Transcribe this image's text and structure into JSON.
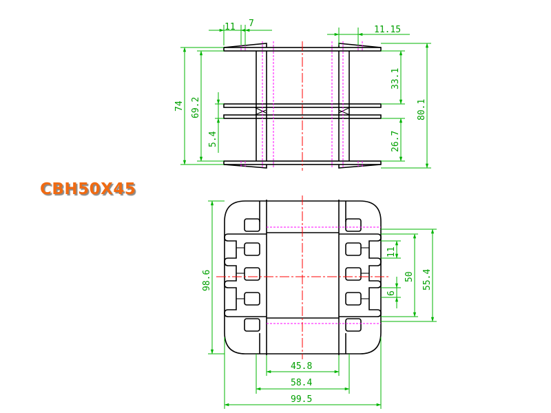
{
  "model": "CBH50X45",
  "colors": {
    "label": "#f06a12",
    "object": "#000000",
    "dimension": "#00b400",
    "hidden_line": "#ff00ff",
    "center_line": "#ff0000"
  },
  "side_view": {
    "dimensions": {
      "d11": "11",
      "d7": "7",
      "d11_15": "11.15",
      "d74": "74",
      "d69_2": "69.2",
      "d5_4": "5.4",
      "d33_1": "33.1",
      "d26_7": "26.7",
      "d80_1": "80.1"
    }
  },
  "bottom_view": {
    "dimensions": {
      "d98_6": "98.6",
      "d11": "11",
      "d50": "50",
      "d55_4": "55.4",
      "d6": "6",
      "d45_8": "45.8",
      "d58_4": "58.4",
      "d99_5": "99.5"
    }
  }
}
